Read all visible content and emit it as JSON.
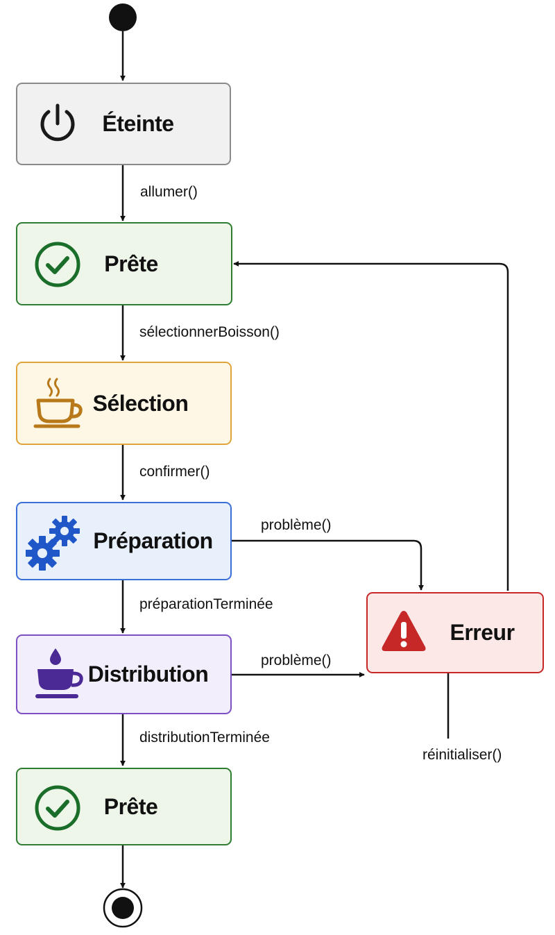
{
  "states": {
    "eteinte": {
      "label": "Éteinte",
      "icon": "power-icon",
      "fill": "#f1f1f1",
      "border": "#8a8a8a",
      "icon_color": "#1a1a1a"
    },
    "prete_top": {
      "label": "Prête",
      "icon": "check-circle-icon",
      "fill": "#eef6ea",
      "border": "#2e7d32",
      "icon_color": "#1b6e2a"
    },
    "selection": {
      "label": "Sélection",
      "icon": "coffee-cup-steam-icon",
      "fill": "#fff7e6",
      "border": "#e0a53a",
      "icon_color": "#b8791a"
    },
    "preparation": {
      "label": "Préparation",
      "icon": "gears-icon",
      "fill": "#e8f0fc",
      "border": "#3a6fd8",
      "icon_color": "#1f56c8"
    },
    "distribution": {
      "label": "Distribution",
      "icon": "coffee-cup-drop-icon",
      "fill": "#f3eefb",
      "border": "#7c4fc2",
      "icon_color": "#4b2a96"
    },
    "prete_bottom": {
      "label": "Prête",
      "icon": "check-circle-icon",
      "fill": "#eef6ea",
      "border": "#2e7d32",
      "icon_color": "#1b6e2a"
    },
    "erreur": {
      "label": "Erreur",
      "icon": "warning-triangle-icon",
      "fill": "#fde8e8",
      "border": "#c62828",
      "icon_color": "#c62828"
    }
  },
  "transitions": {
    "allumer": "allumer()",
    "selectionner": "sélectionnerBoisson()",
    "confirmer": "confirmer()",
    "preparation_terminee": "préparationTerminée",
    "distribution_terminee": "distributionTerminée",
    "probleme_preparation": "problème()",
    "probleme_distribution": "problème()",
    "reinitialiser": "réinitialiser()"
  }
}
